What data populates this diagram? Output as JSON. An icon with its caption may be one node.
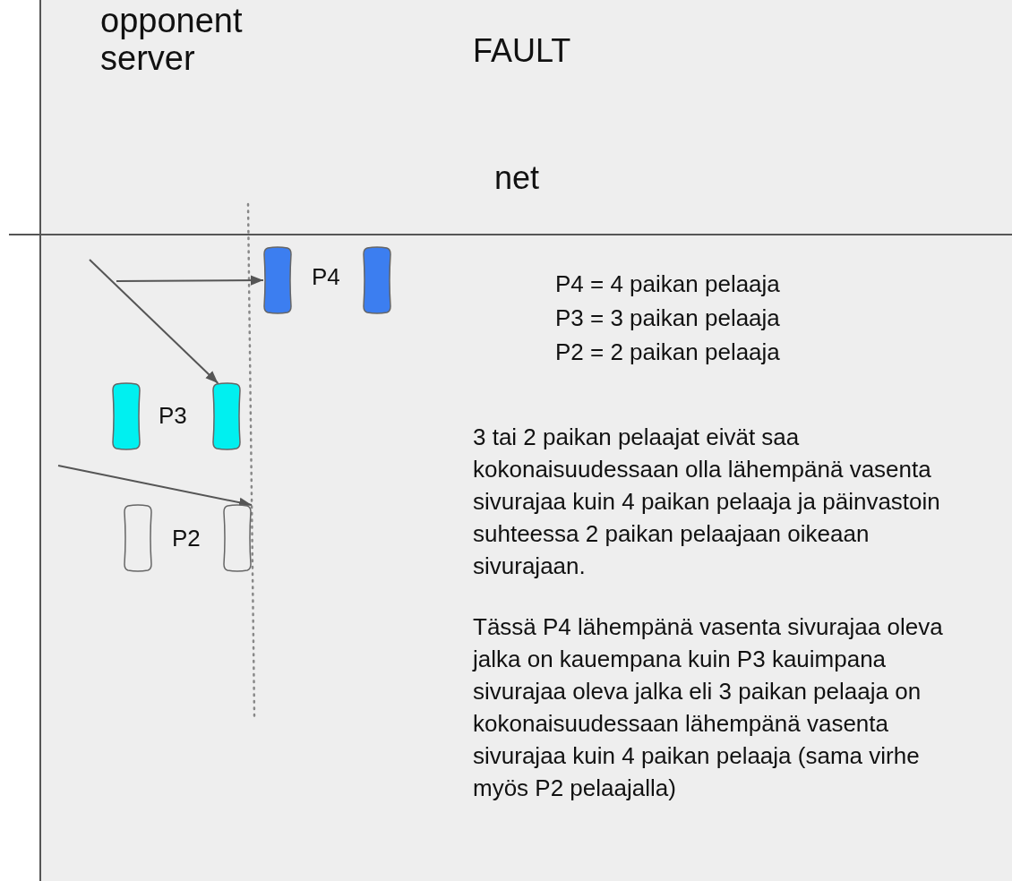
{
  "diagram": {
    "nodes": [
      {
        "text": [],
        "shape": "box"
      },
      {
        "text": [],
        "shape": "box"
      },
      {
        "text": [],
        "shape": "box"
      },
      {
        "text": [],
        "shape": "box"
      },
      {
        "text": [],
        "shape": "box"
      },
      {
        "text": [],
        "shape": "box"
      }
    ],
    "edges": [
      {
        "from": null,
        "to": 3,
        "arrow": "to"
      },
      {
        "from": null,
        "to": 0,
        "arrow": "to"
      },
      {
        "from": null,
        "to": 5,
        "arrow": "to"
      }
    ],
    "labels": [
      "opponent server",
      "FAULT",
      "net",
      "P4",
      "P4 = 4 paikan pelaaja",
      "P3 = 3 paikan pelaaja",
      "P2 = 2 paikan pelaaja",
      "P3",
      "P2",
      "3 tai 2 paikan pelaajat eivät saa kokonaisuudessaan olla lähempänä vasenta sivurajaa kuin 4 paikan pelaaja ja päinvastoin suhteessa 2 paikan pelaajaan oikeaan sivurajaan.",
      "Tässä P4 lähempänä vasenta sivurajaa oleva jalka on kauempana kuin P3 kauimpana sivurajaa oleva jalka eli 3 paikan pelaaja on kokonaisuudessaan lähempänä vasenta sivurajaa kuin 4 paikan pelaaja (sama virhe myös P2 pelaajalla)"
    ]
  }
}
